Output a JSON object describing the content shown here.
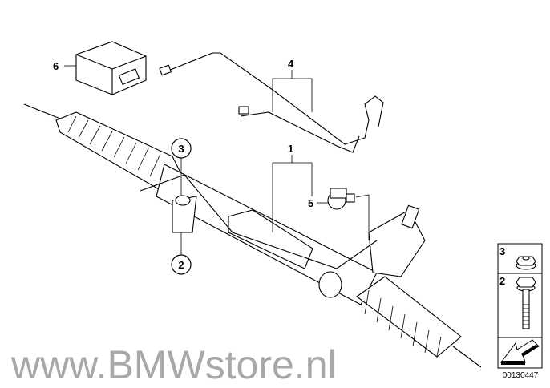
{
  "diagram": {
    "watermark": "www.BMWstore.nl",
    "callouts": {
      "control_unit": "6",
      "pipes": "4",
      "steering_gear": "1",
      "nut_circle": "3",
      "valve": "5",
      "bolt_circle": "2"
    },
    "legend": [
      {
        "number": "3",
        "part": "nut"
      },
      {
        "number": "2",
        "part": "bolt"
      }
    ],
    "diagram_id": "00130447"
  }
}
